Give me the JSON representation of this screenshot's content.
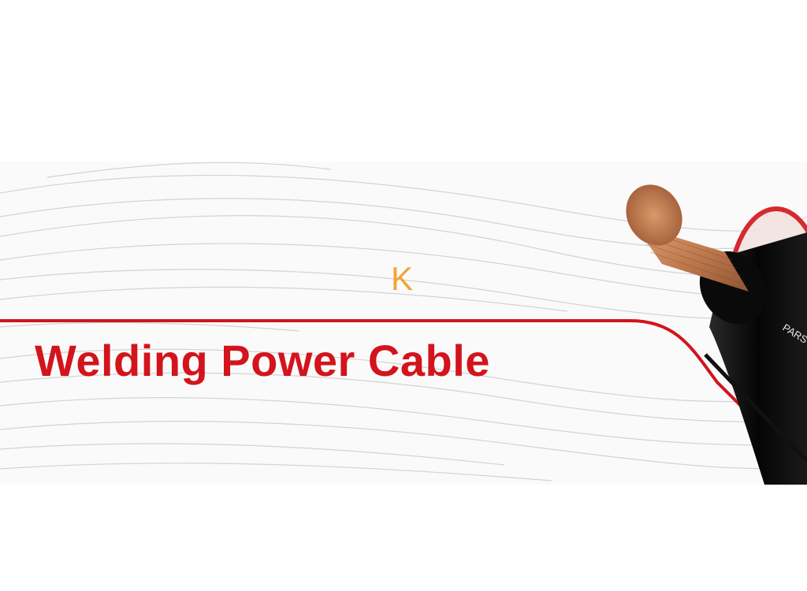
{
  "banner": {
    "logo_letter": "K",
    "title": "Welding Power Cable",
    "cable_print": "PARSY"
  },
  "colors": {
    "title_red": "#d3141c",
    "accent_line_red": "#d3141c",
    "logo_orange": "#f2a43a",
    "cable_jacket": "#111111",
    "copper": "#c8875a",
    "background": "#ffffff"
  },
  "icons": {
    "logo": "k-logo",
    "product_image": "copper-cable-illustration"
  }
}
